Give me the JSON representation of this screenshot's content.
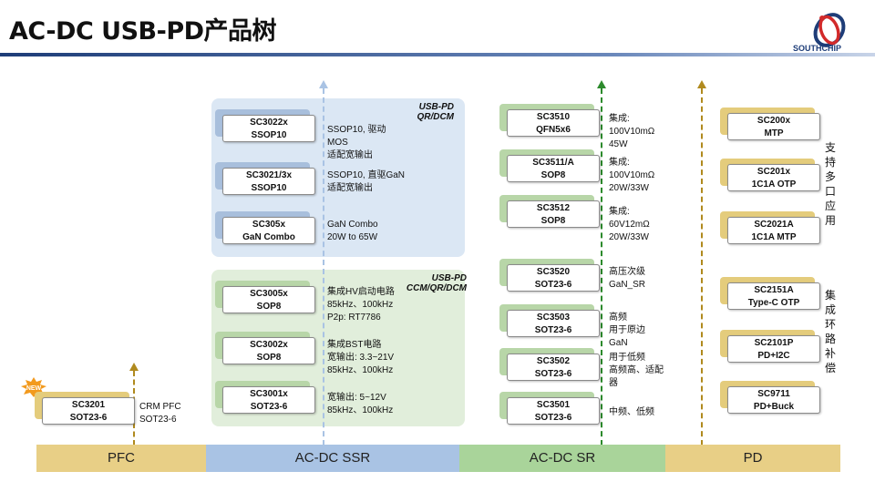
{
  "title": "AC-DC USB-PD产品树",
  "logo": {
    "text": "SOUTHCHIP"
  },
  "panels": {
    "qr": {
      "label_line1": "USB-PD",
      "label_line2": "QR/DCM"
    },
    "ccm": {
      "label_line1": "USB-PD",
      "label_line2": "CCM/QR/DCM"
    }
  },
  "pfc": {
    "badge": "NEW",
    "chips": [
      {
        "line1": "SC3201",
        "line2": "SOT23-6"
      }
    ],
    "desc": [
      [
        "CRM PFC",
        "SOT23-6"
      ]
    ]
  },
  "ssr": {
    "chips": [
      {
        "line1": "SC3022x",
        "line2": "SSOP10"
      },
      {
        "line1": "SC3021/3x",
        "line2": "SSOP10"
      },
      {
        "line1": "SC305x",
        "line2": "GaN Combo"
      },
      {
        "line1": "SC3005x",
        "line2": "SOP8"
      },
      {
        "line1": "SC3002x",
        "line2": "SOP8"
      },
      {
        "line1": "SC3001x",
        "line2": "SOT23-6"
      }
    ],
    "desc": [
      [
        "SSOP10, 驱动",
        "MOS",
        "适配宽输出"
      ],
      [
        "SSOP10, 直驱GaN",
        "适配宽输出"
      ],
      [
        "GaN Combo",
        "20W to 65W"
      ],
      [
        "集成HV启动电路",
        "85kHz、100kHz",
        "P2p: RT7786"
      ],
      [
        "集成BST电路",
        "宽输出: 3.3~21V",
        "85kHz、100kHz"
      ],
      [
        "宽输出: 5~12V",
        "85kHz、100kHz"
      ]
    ]
  },
  "sr": {
    "chips": [
      {
        "line1": "SC3510",
        "line2": "QFN5x6"
      },
      {
        "line1": "SC3511/A",
        "line2": "SOP8"
      },
      {
        "line1": "SC3512",
        "line2": "SOP8"
      },
      {
        "line1": "SC3520",
        "line2": "SOT23-6"
      },
      {
        "line1": "SC3503",
        "line2": "SOT23-6"
      },
      {
        "line1": "SC3502",
        "line2": "SOT23-6"
      },
      {
        "line1": "SC3501",
        "line2": "SOT23-6"
      }
    ],
    "desc": [
      [
        "集成:",
        "100V10mΩ",
        "45W"
      ],
      [
        "集成:",
        "100V10mΩ",
        "20W/33W"
      ],
      [
        "集成:",
        "60V12mΩ",
        "20W/33W"
      ],
      [
        "高压次级",
        "GaN_SR"
      ],
      [
        "高频",
        "用于原边",
        "GaN"
      ],
      [
        "用于低频",
        "高频高、适配",
        "器"
      ],
      [
        "中频、低频"
      ]
    ]
  },
  "pd": {
    "chips": [
      {
        "line1": "SC200x",
        "line2": "MTP"
      },
      {
        "line1": "SC201x",
        "line2": "1C1A OTP"
      },
      {
        "line1": "SC2021A",
        "line2": "1C1A MTP"
      },
      {
        "line1": "SC2151A",
        "line2": "Type-C OTP"
      },
      {
        "line1": "SC2101P",
        "line2": "PD+I2C"
      },
      {
        "line1": "SC9711",
        "line2": "PD+Buck"
      }
    ],
    "side_text_1": "支持多口应用",
    "side_text_2": "集成环路补偿"
  },
  "bands": {
    "pfc": "PFC",
    "ssr": "AC-DC SSR",
    "sr": "AC-DC SR",
    "pd": "PD"
  },
  "colors": {
    "pfc_band": "#e8cf86",
    "ssr_band": "#a9c3e4",
    "sr_band": "#a9d49a",
    "pd_band": "#e8cf86",
    "arrow_pfc": "#b08a1e",
    "arrow_ssr": "#a9c3e4",
    "arrow_sr": "#2c8a2c",
    "arrow_pd": "#b08a1e"
  }
}
